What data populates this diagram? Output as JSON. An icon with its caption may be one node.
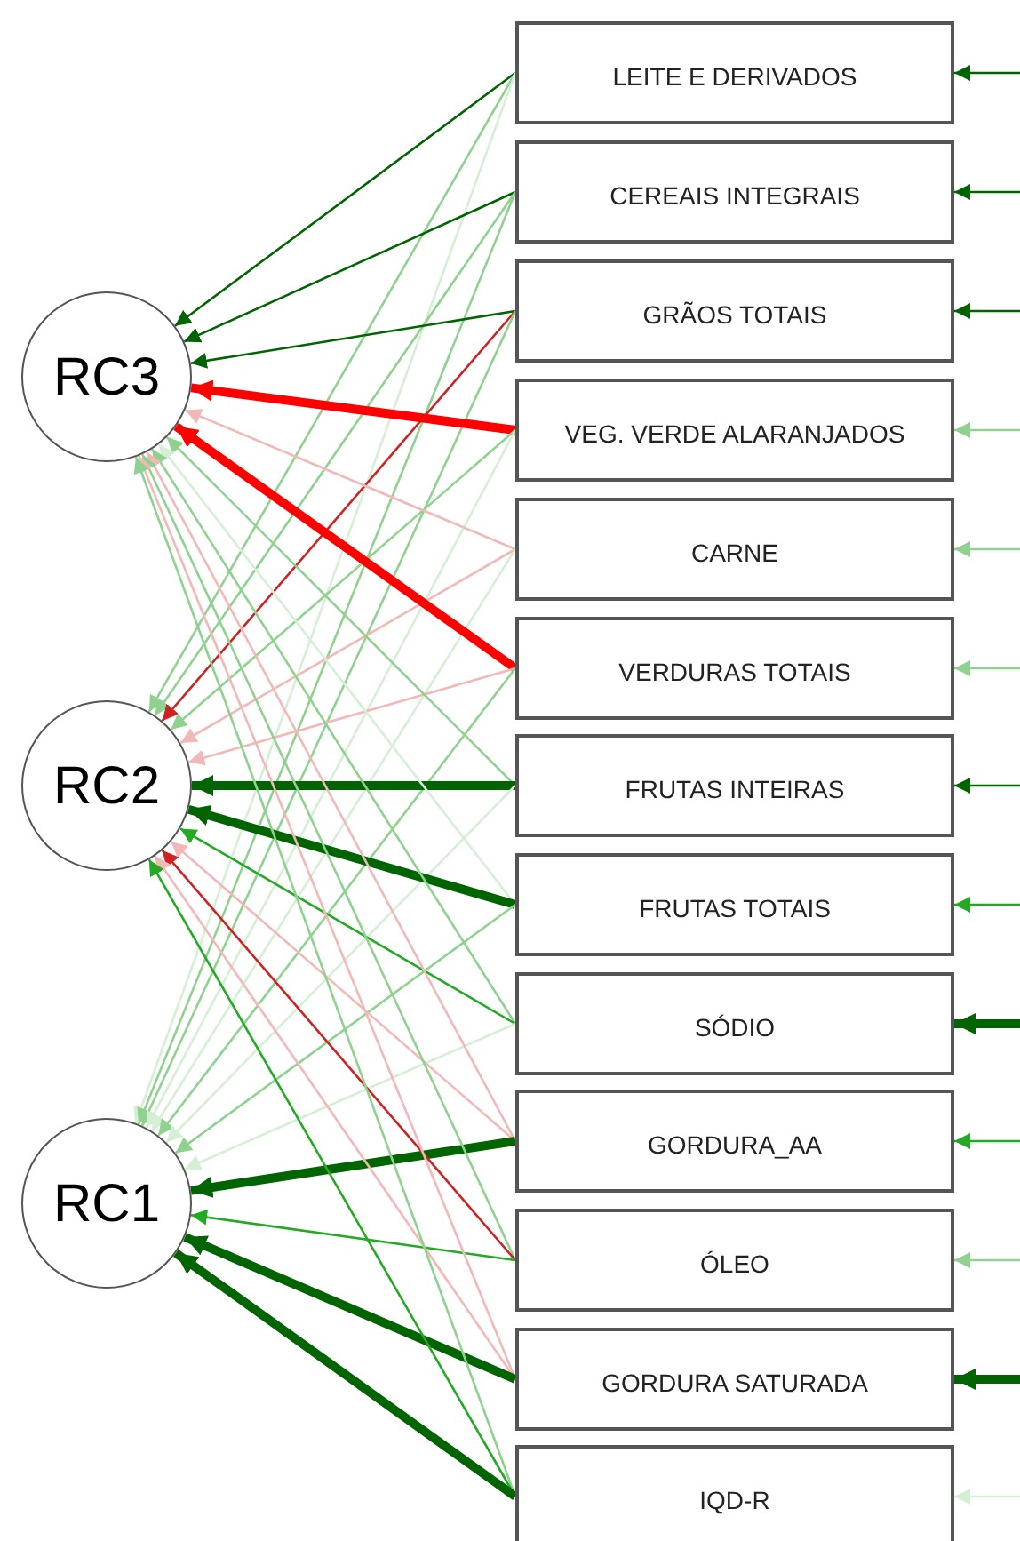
{
  "diagram": {
    "nodes": [
      {
        "text": [
          "RC3"
        ]
      },
      {
        "text": [
          "RC2"
        ]
      },
      {
        "text": [
          "RC1"
        ]
      },
      {
        "text": [
          "LEITE E DERIVADOS"
        ]
      },
      {
        "text": [
          "CEREAIS INTEGRAIS"
        ]
      },
      {
        "text": [
          "GRÃOS TOTAIS"
        ]
      },
      {
        "text": [
          "VEG. VERDE ALARANJADOS"
        ]
      },
      {
        "text": [
          "CARNE"
        ]
      },
      {
        "text": [
          "VERDURAS TOTAIS"
        ]
      },
      {
        "text": [
          "FRUTAS INTEIRAS"
        ]
      },
      {
        "text": [
          "FRUTAS TOTAIS"
        ]
      },
      {
        "text": [
          "SÓDIO"
        ]
      },
      {
        "text": [
          "GORDURA_AA"
        ]
      },
      {
        "text": [
          "ÓLEO"
        ]
      },
      {
        "text": [
          "GORDURA SATURADA"
        ]
      },
      {
        "text": [
          "IQD-R"
        ]
      }
    ],
    "edges": [
      {
        "from": 3,
        "to": 0,
        "arrow": "to",
        "color": "#006400"
      },
      {
        "from": 3,
        "to": 1,
        "arrow": "to"
      },
      {
        "from": 3,
        "to": 2,
        "arrow": "to",
        "color": "#d5efd5"
      },
      {
        "from": 4,
        "to": 0,
        "arrow": "to",
        "color": "#006400"
      },
      {
        "from": 4,
        "to": 1,
        "arrow": "to"
      },
      {
        "from": 4,
        "to": 2,
        "arrow": "to"
      },
      {
        "from": 5,
        "to": 0,
        "arrow": "to",
        "color": "#006400"
      },
      {
        "from": 5,
        "to": 1,
        "arrow": "to",
        "color": "#cc2222"
      },
      {
        "from": 5,
        "to": 2,
        "arrow": "to"
      },
      {
        "from": 6,
        "to": 0,
        "arrow": "to",
        "style": "thick",
        "color": "#ff0000"
      },
      {
        "from": 6,
        "to": 1,
        "arrow": "to"
      },
      {
        "from": 6,
        "to": 2,
        "arrow": "to",
        "color": "#d5efd5"
      },
      {
        "from": 7,
        "to": 0,
        "arrow": "to",
        "color": "#f2b8b8"
      },
      {
        "from": 7,
        "to": 1,
        "arrow": "to",
        "color": "#f2b8b8"
      },
      {
        "from": 7,
        "to": 2,
        "arrow": "to",
        "color": "#d5efd5"
      },
      {
        "from": 8,
        "to": 0,
        "arrow": "to",
        "style": "thick",
        "color": "#ff0000"
      },
      {
        "from": 8,
        "to": 1,
        "arrow": "to",
        "color": "#f2b8b8"
      },
      {
        "from": 8,
        "to": 2,
        "arrow": "to"
      },
      {
        "from": 9,
        "to": 0,
        "arrow": "to"
      },
      {
        "from": 9,
        "to": 1,
        "arrow": "to",
        "style": "thick",
        "color": "#006400"
      },
      {
        "from": 9,
        "to": 2,
        "arrow": "to",
        "color": "#d5efd5"
      },
      {
        "from": 10,
        "to": 0,
        "arrow": "to",
        "color": "#d5efd5"
      },
      {
        "from": 10,
        "to": 1,
        "arrow": "to",
        "style": "thick",
        "color": "#006400"
      },
      {
        "from": 10,
        "to": 2,
        "arrow": "to"
      },
      {
        "from": 11,
        "to": 0,
        "arrow": "to"
      },
      {
        "from": 11,
        "to": 1,
        "arrow": "to",
        "color": "#22aa22"
      },
      {
        "from": 11,
        "to": 2,
        "arrow": "to",
        "color": "#d5efd5"
      },
      {
        "from": 12,
        "to": 0,
        "arrow": "to",
        "color": "#f2b8b8"
      },
      {
        "from": 12,
        "to": 1,
        "arrow": "to",
        "color": "#f2b8b8"
      },
      {
        "from": 12,
        "to": 2,
        "arrow": "to",
        "style": "thick",
        "color": "#006400"
      },
      {
        "from": 13,
        "to": 0,
        "arrow": "to"
      },
      {
        "from": 13,
        "to": 1,
        "arrow": "to",
        "color": "#cc2222"
      },
      {
        "from": 13,
        "to": 2,
        "arrow": "to",
        "color": "#22aa22"
      },
      {
        "from": 14,
        "to": 0,
        "arrow": "to",
        "color": "#f2b8b8"
      },
      {
        "from": 14,
        "to": 1,
        "arrow": "to",
        "color": "#f2b8b8"
      },
      {
        "from": 14,
        "to": 2,
        "arrow": "to",
        "style": "thick",
        "color": "#006400"
      },
      {
        "from": 15,
        "to": 0,
        "arrow": "to"
      },
      {
        "from": 15,
        "to": 1,
        "arrow": "to",
        "color": "#22aa22"
      },
      {
        "from": 15,
        "to": 2,
        "arrow": "to",
        "style": "thick",
        "color": "#006400"
      },
      {
        "from": null,
        "to": 3,
        "arrow": "to",
        "color": "#006400"
      },
      {
        "from": null,
        "to": 4,
        "arrow": "to",
        "color": "#006400"
      },
      {
        "from": null,
        "to": 5,
        "arrow": "to",
        "color": "#006400"
      },
      {
        "from": null,
        "to": 6,
        "arrow": "to"
      },
      {
        "from": null,
        "to": 7,
        "arrow": "to"
      },
      {
        "from": null,
        "to": 8,
        "arrow": "to"
      },
      {
        "from": null,
        "to": 9,
        "arrow": "to",
        "color": "#006400"
      },
      {
        "from": null,
        "to": 10,
        "arrow": "to",
        "color": "#22aa22"
      },
      {
        "from": null,
        "to": 11,
        "arrow": "to",
        "style": "thick",
        "color": "#006400"
      },
      {
        "from": null,
        "to": 12,
        "arrow": "to",
        "color": "#22aa22"
      },
      {
        "from": null,
        "to": 13,
        "arrow": "to"
      },
      {
        "from": null,
        "to": 14,
        "arrow": "to",
        "style": "thick",
        "color": "#006400"
      },
      {
        "from": null,
        "to": 15,
        "arrow": "to",
        "color": "#d5efd5"
      }
    ]
  }
}
